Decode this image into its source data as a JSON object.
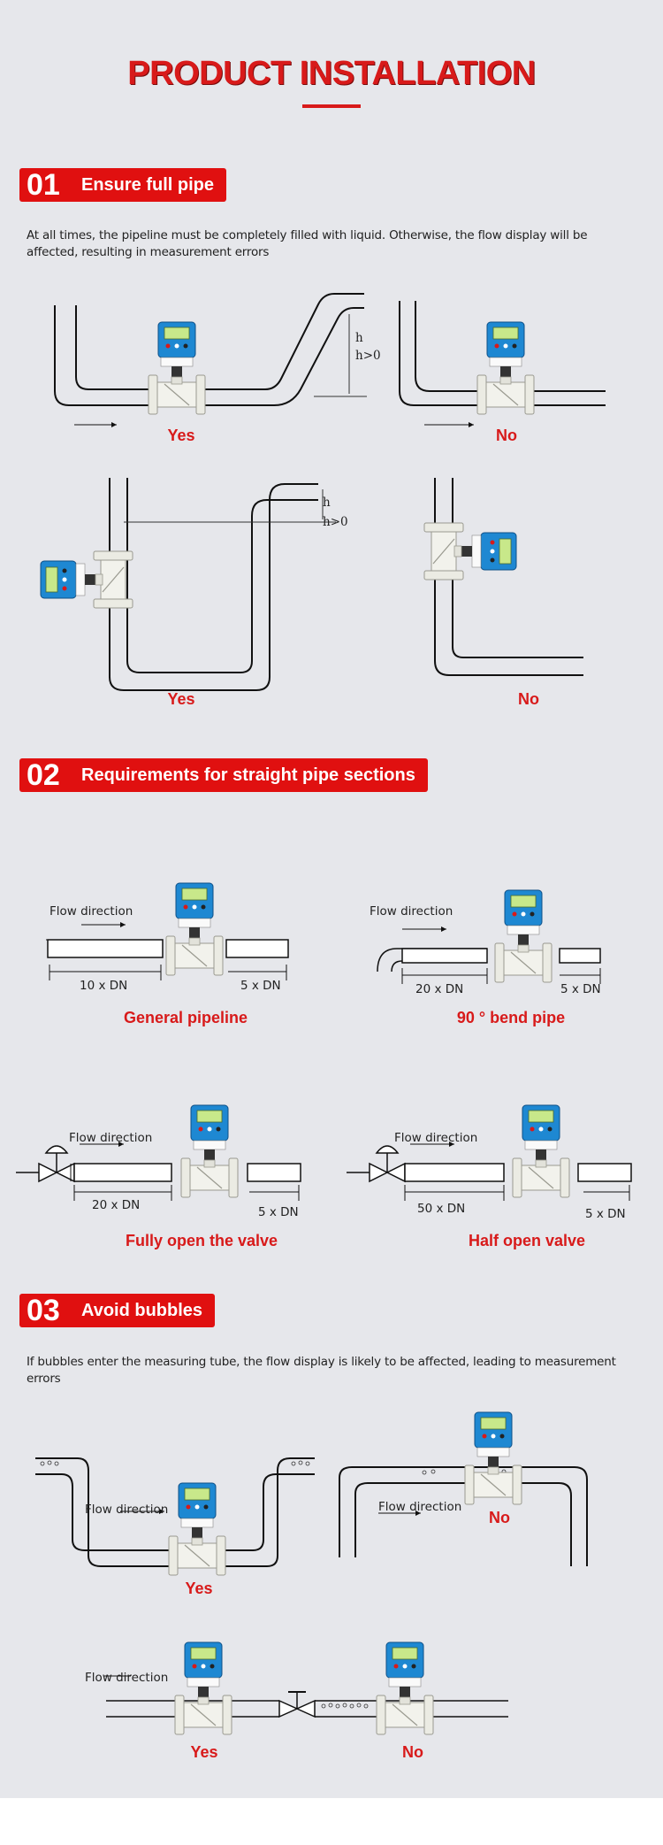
{
  "title": "PRODUCT INSTALLATION",
  "sections": [
    {
      "num": "01",
      "title": "Ensure full pipe",
      "desc": "At all times, the pipeline must be completely filled with liquid. Otherwise, the flow display will be affected, resulting in measurement errors",
      "labels": [
        "Yes",
        "No",
        "Yes",
        "No"
      ],
      "h_label": "h",
      "h_cond": "h>0"
    },
    {
      "num": "02",
      "title": "Requirements for straight pipe sections",
      "flow_label": "Flow direction",
      "captions": [
        "General pipeline",
        "90 ° bend pipe",
        "Fully open the valve",
        "Half open valve"
      ],
      "dims": [
        "10 x DN",
        "5 x DN",
        "20 x DN",
        "5 x DN",
        "20 x DN",
        "5 x DN",
        "50 x DN",
        "5 x DN"
      ]
    },
    {
      "num": "03",
      "title": "Avoid bubbles",
      "desc": "If bubbles enter the measuring tube, the flow display is likely to be affected, leading to measurement errors",
      "flow_label": "Flow direction",
      "labels": [
        "Yes",
        "No",
        "Yes",
        "No"
      ]
    }
  ],
  "colors": {
    "accent": "#e01010",
    "meter_blue": "#1e88d2",
    "page_bg": "#e6e7eb"
  }
}
